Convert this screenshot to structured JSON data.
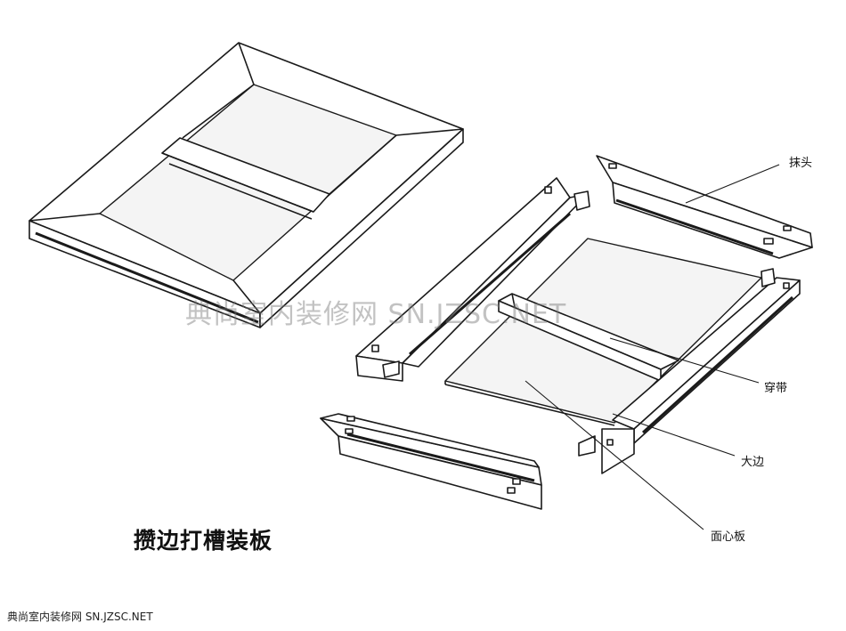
{
  "caption": "攒边打槽装板",
  "labels": {
    "motou": "抹头",
    "chuandai": "穿带",
    "dabian": "大边",
    "mianxinban": "面心板"
  },
  "watermark": {
    "center": "典尚室内装修网 SN.JZSC.NET",
    "footer": "典尚室内装修网 SN.JZSC.NET"
  }
}
